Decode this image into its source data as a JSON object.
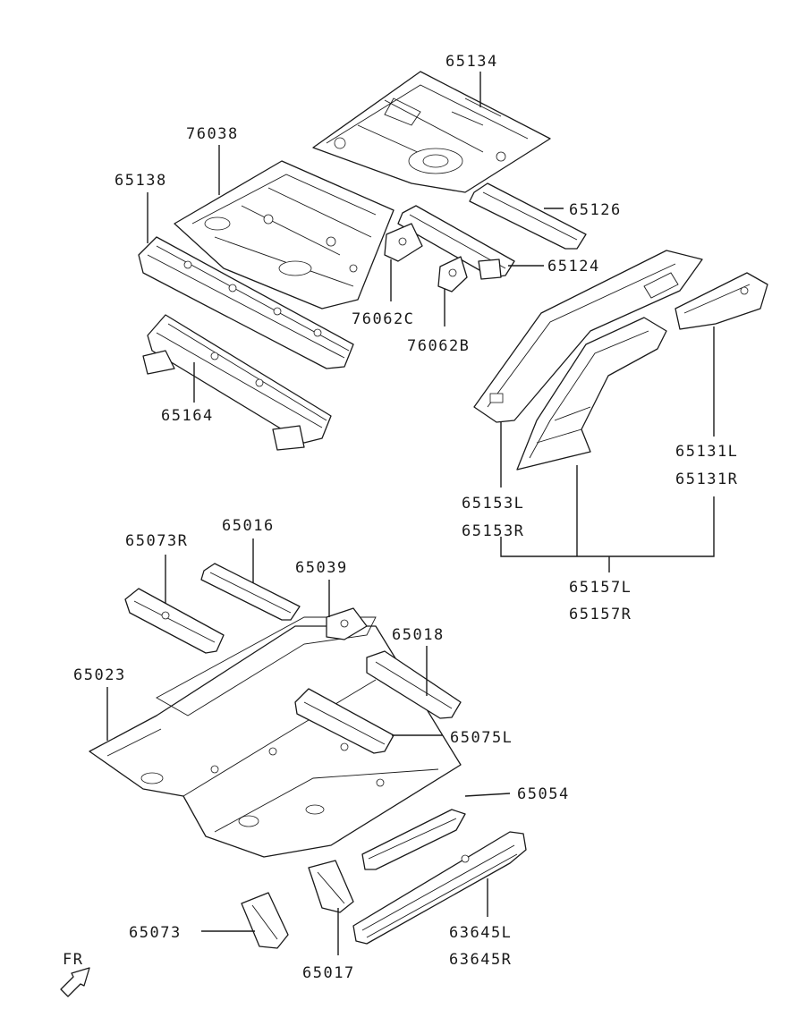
{
  "labels": {
    "p65134": "65134",
    "p76038": "76038",
    "p65138": "65138",
    "p65126": "65126",
    "p65124": "65124",
    "p76062c": "76062C",
    "p76062b": "76062B",
    "p65164": "65164",
    "p65131l": "65131L",
    "p65131r": "65131R",
    "p65153l": "65153L",
    "p65153r": "65153R",
    "p65157l": "65157L",
    "p65157r": "65157R",
    "p65073r": "65073R",
    "p65016": "65016",
    "p65039": "65039",
    "p65018": "65018",
    "p65023": "65023",
    "p65075l": "65075L",
    "p65054": "65054",
    "p65073": "65073",
    "p65017": "65017",
    "p63645l": "63645L",
    "p63645r": "63645R"
  },
  "orientation": {
    "label": "FR"
  }
}
